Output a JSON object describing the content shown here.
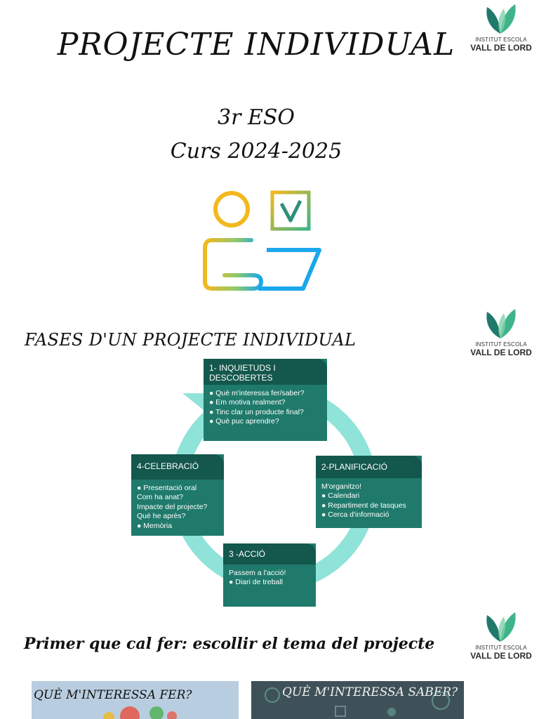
{
  "header": {
    "title": "PROJECTE INDIVIDUAL",
    "grade": "3r ESO",
    "course": "Curs 2024-2025"
  },
  "logo": {
    "org": "INSTITUT ESCOLA",
    "name": "VALL DE LORD",
    "icon": "leaf-logo-icon",
    "colors": [
      "#3fb48a",
      "#1f7a6b"
    ]
  },
  "fases": {
    "title": "FASES D'UN PROJECTE INDIVIDUAL",
    "boxes": [
      {
        "title": "1-  INQUIETUDS I DESCOBERTES",
        "lines": [
          "● Què m'interessa fer/saber?",
          "● Em motiva realment?",
          "● Tinc clar un producte final?",
          "● Què puc aprendre?"
        ]
      },
      {
        "title": "2-PLANIFICACIÓ",
        "lines": [
          "M'organitzo!",
          "● Calendari",
          "● Repartiment de tasques",
          "● Cerca d'informació"
        ]
      },
      {
        "title": "3 -ACCIÓ",
        "lines": [
          "Passem a l'acció!",
          "● Diari de treball"
        ]
      },
      {
        "title": "4-CELEBRACIÓ",
        "lines": [
          "● Presentació oral",
          "Com ha anat?",
          "Impacte del projecte?",
          "Què he après?",
          "● Memòria"
        ]
      }
    ],
    "colors": {
      "box": "#1f7a6b",
      "header": "#14574c",
      "ring": "#8fe3d8"
    }
  },
  "next_step": {
    "title": "Primer que cal fer: escollir el tema del projecte",
    "cards": [
      {
        "label": "QUÈ M'INTERESSA FER?"
      },
      {
        "label": "QUÈ M'INTERESSA SABER?"
      }
    ]
  }
}
